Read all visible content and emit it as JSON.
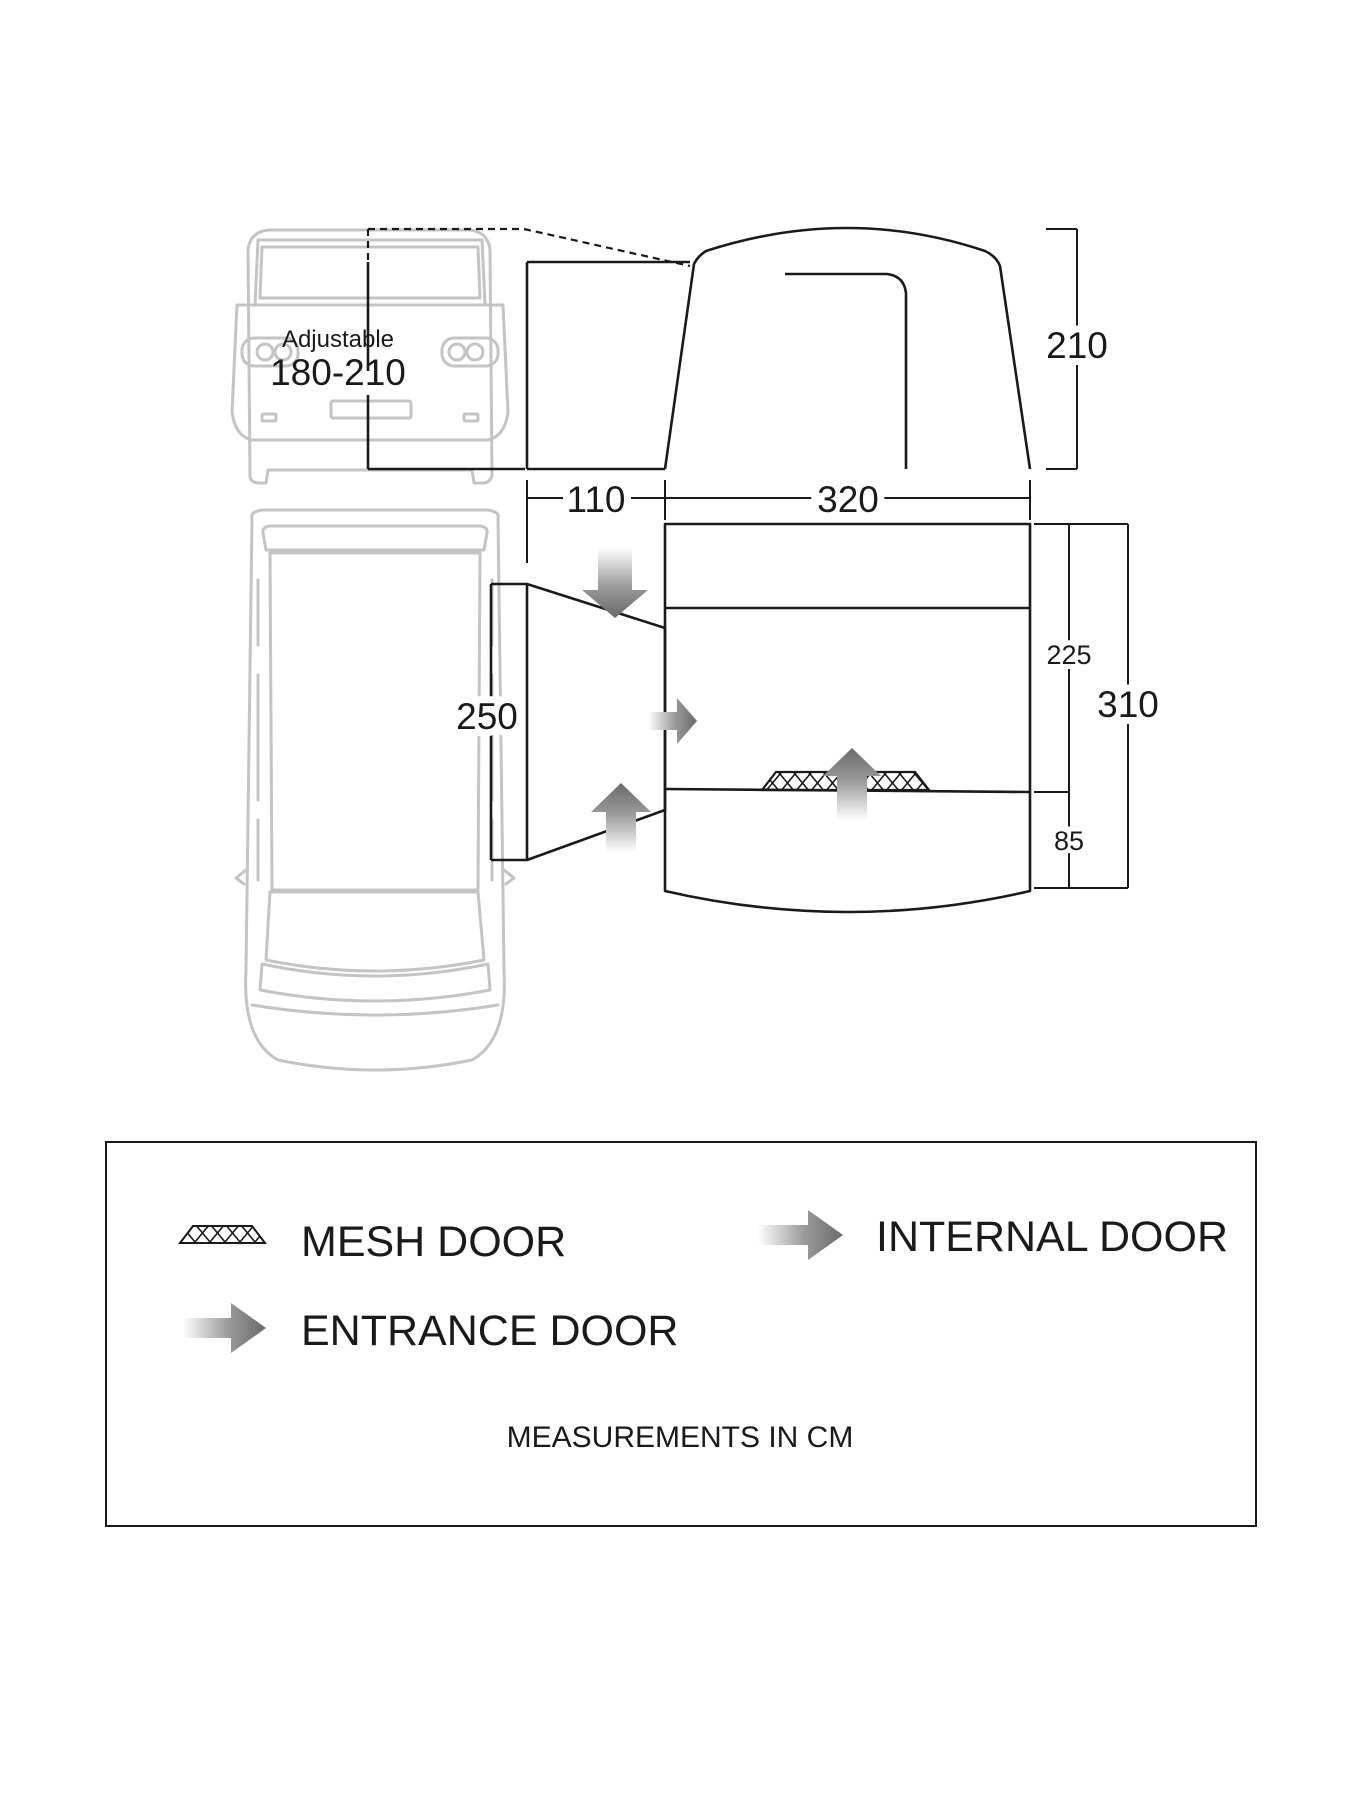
{
  "van_height": {
    "label": "Adjustable",
    "value": "180-210"
  },
  "dimensions": {
    "height": "210",
    "tunnel_length": "110",
    "tent_length": "320",
    "tunnel_width": "250",
    "bedroom_depth": "225",
    "total_depth": "310",
    "porch_depth": "85"
  },
  "legend": {
    "mesh_door": "MESH DOOR",
    "internal_door": "INTERNAL DOOR",
    "entrance_door": "ENTRANCE DOOR",
    "units_note": "MEASUREMENTS IN CM"
  },
  "colors": {
    "ink": "#1a1a1a",
    "vehicle_outline": "#c4c4c4",
    "arrow": "#7a7a7a"
  }
}
